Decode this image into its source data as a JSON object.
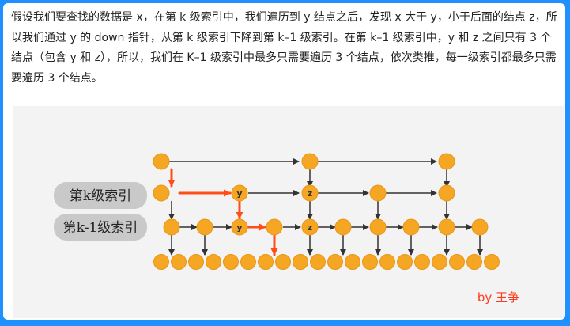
{
  "article": {
    "paragraph": "假设我们要查找的数据是 x，在第 k 级索引中，我们遍历到 y 结点之后，发现 x 大于 y，小于后面的结点 z，所以我们通过 y 的 down 指针，从第 k 级索引下降到第 k–1 级索引。在第 k–1 级索引中，y 和 z 之间只有 3 个结点（包含 y 和 z），所以，我们在 K–1 级索引中最多只需要遍历 3 个结点，依次类推，每一级索引都最多只需要遍历 3 个结点。"
  },
  "figure": {
    "labels": {
      "level_k": "第k级索引",
      "level_k_minus_1": "第k-1级索引"
    },
    "node_labels": {
      "y": "y",
      "z": "z"
    },
    "credit": "by 王争",
    "colors": {
      "node": "#f5a623",
      "node_stroke": "#e8961a",
      "arrow": "#333333",
      "path": "#ff4d1a",
      "label_pill": "#c9c9c9"
    }
  }
}
